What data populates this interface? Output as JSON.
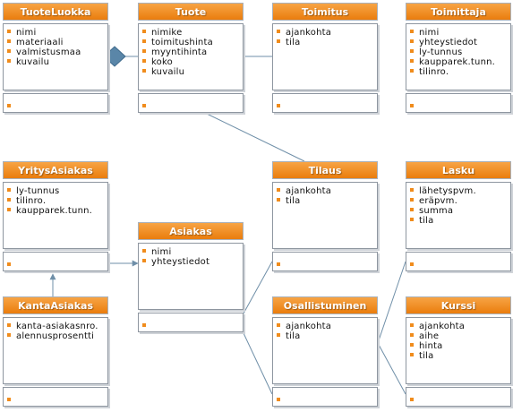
{
  "diagram": {
    "classes": [
      {
        "id": "tuoteluokka",
        "name": "TuoteLuokka",
        "attributes": [
          "nimi",
          "materiaali",
          "valmistusmaa",
          "kuvailu"
        ]
      },
      {
        "id": "tuote",
        "name": "Tuote",
        "attributes": [
          "nimike",
          "toimitushinta",
          "myyntihinta",
          "koko",
          "kuvailu"
        ]
      },
      {
        "id": "toimitus",
        "name": "Toimitus",
        "attributes": [
          "ajankohta",
          "tila"
        ]
      },
      {
        "id": "toimittaja",
        "name": "Toimittaja",
        "attributes": [
          "nimi",
          "yhteystiedot",
          "ly-tunnus",
          "kaupparek.tunn.",
          "tilinro."
        ]
      },
      {
        "id": "yritysasiakas",
        "name": "YritysAsiakas",
        "attributes": [
          "ly-tunnus",
          "tilinro.",
          "kaupparek.tunn."
        ]
      },
      {
        "id": "tilaus",
        "name": "Tilaus",
        "attributes": [
          "ajankohta",
          "tila"
        ]
      },
      {
        "id": "lasku",
        "name": "Lasku",
        "attributes": [
          "lähetyspvm.",
          "eräpvm.",
          "summa",
          "tila"
        ]
      },
      {
        "id": "asiakas",
        "name": "Asiakas",
        "attributes": [
          "nimi",
          "yhteystiedot"
        ]
      },
      {
        "id": "kanta-asiakas",
        "name": "KantaAsiakas",
        "attributes": [
          "kanta-asiakasnro.",
          "alennusprosentti"
        ]
      },
      {
        "id": "osallistuminen",
        "name": "Osallistuminen",
        "attributes": [
          "ajankohta",
          "tila"
        ]
      },
      {
        "id": "kurssi",
        "name": "Kurssi",
        "attributes": [
          "ajankohta",
          "aihe",
          "hinta",
          "tila"
        ]
      }
    ],
    "relations": [
      {
        "from": "tuoteluokka",
        "to": "tuote",
        "type": "aggregation"
      },
      {
        "from": "tuote",
        "to": "toimitus",
        "type": "association"
      },
      {
        "from": "tuote",
        "to": "tilaus",
        "type": "association"
      },
      {
        "from": "kanta-asiakas",
        "to": "yritysasiakas",
        "type": "arrow"
      },
      {
        "from": "yritysasiakas",
        "to": "asiakas",
        "type": "arrow"
      },
      {
        "from": "asiakas",
        "to": "tilaus",
        "type": "association"
      },
      {
        "from": "asiakas",
        "to": "osallistuminen",
        "type": "association"
      },
      {
        "from": "osallistuminen",
        "to": "lasku",
        "type": "association"
      },
      {
        "from": "osallistuminen",
        "to": "kurssi",
        "type": "association"
      }
    ],
    "colors": {
      "header": "#ea7d0d",
      "bullet": "#f08c1c",
      "line": "#6f8fa8",
      "diamond": "#5a86a8"
    }
  }
}
